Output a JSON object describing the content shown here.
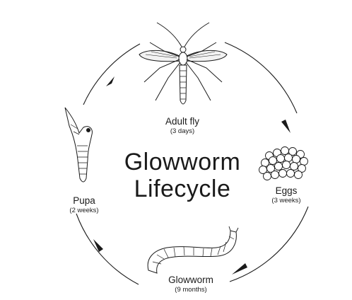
{
  "title": {
    "line1": "Glowworm",
    "line2": "Lifecycle"
  },
  "stages": [
    {
      "id": "adult",
      "name": "Adult fly",
      "duration": "(3 days)",
      "icon": "adult-fly-icon"
    },
    {
      "id": "eggs",
      "name": "Eggs",
      "duration": "(3 weeks)",
      "icon": "eggs-icon"
    },
    {
      "id": "larva",
      "name": "Glowworm",
      "duration": "(9 months)",
      "icon": "glowworm-larva-icon"
    },
    {
      "id": "pupa",
      "name": "Pupa",
      "duration": "(2 weeks)",
      "icon": "pupa-icon"
    }
  ],
  "colors": {
    "line": "#1a1a1a",
    "background": "#ffffff"
  }
}
